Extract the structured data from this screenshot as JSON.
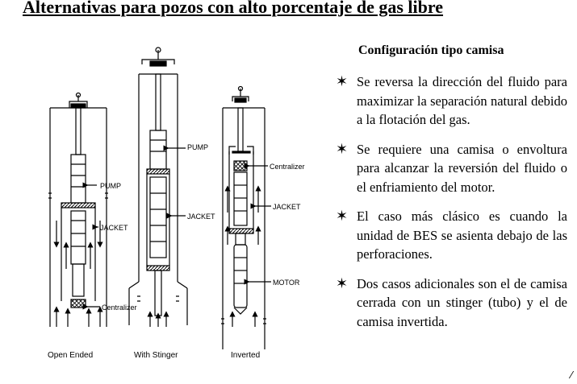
{
  "title": "Alternativas para pozos con alto porcentaje de gas libre",
  "diagram": {
    "labels": {
      "pump": "PUMP",
      "jacket": "JACKET",
      "centralizer": "Centralizer",
      "motor": "MOTOR"
    },
    "captions": [
      "Open Ended",
      "With Stinger",
      "Inverted"
    ]
  },
  "right": {
    "subtitle": "Configuración tipo camisa",
    "bullets": [
      "Se reversa la dirección del fluido para maximizar la separación natural debido a la flotación del gas.",
      "Se requiere una camisa o envoltura para alcanzar la reversión del fluido o el enfriamiento del motor.",
      "El caso más clásico es cuando la unidad de BES se asienta debajo de las perforaciones.",
      "Dos casos adicionales son el de camisa cerrada con un stinger (tubo) y el de camisa invertida."
    ],
    "bullet_symbol": "✶"
  }
}
